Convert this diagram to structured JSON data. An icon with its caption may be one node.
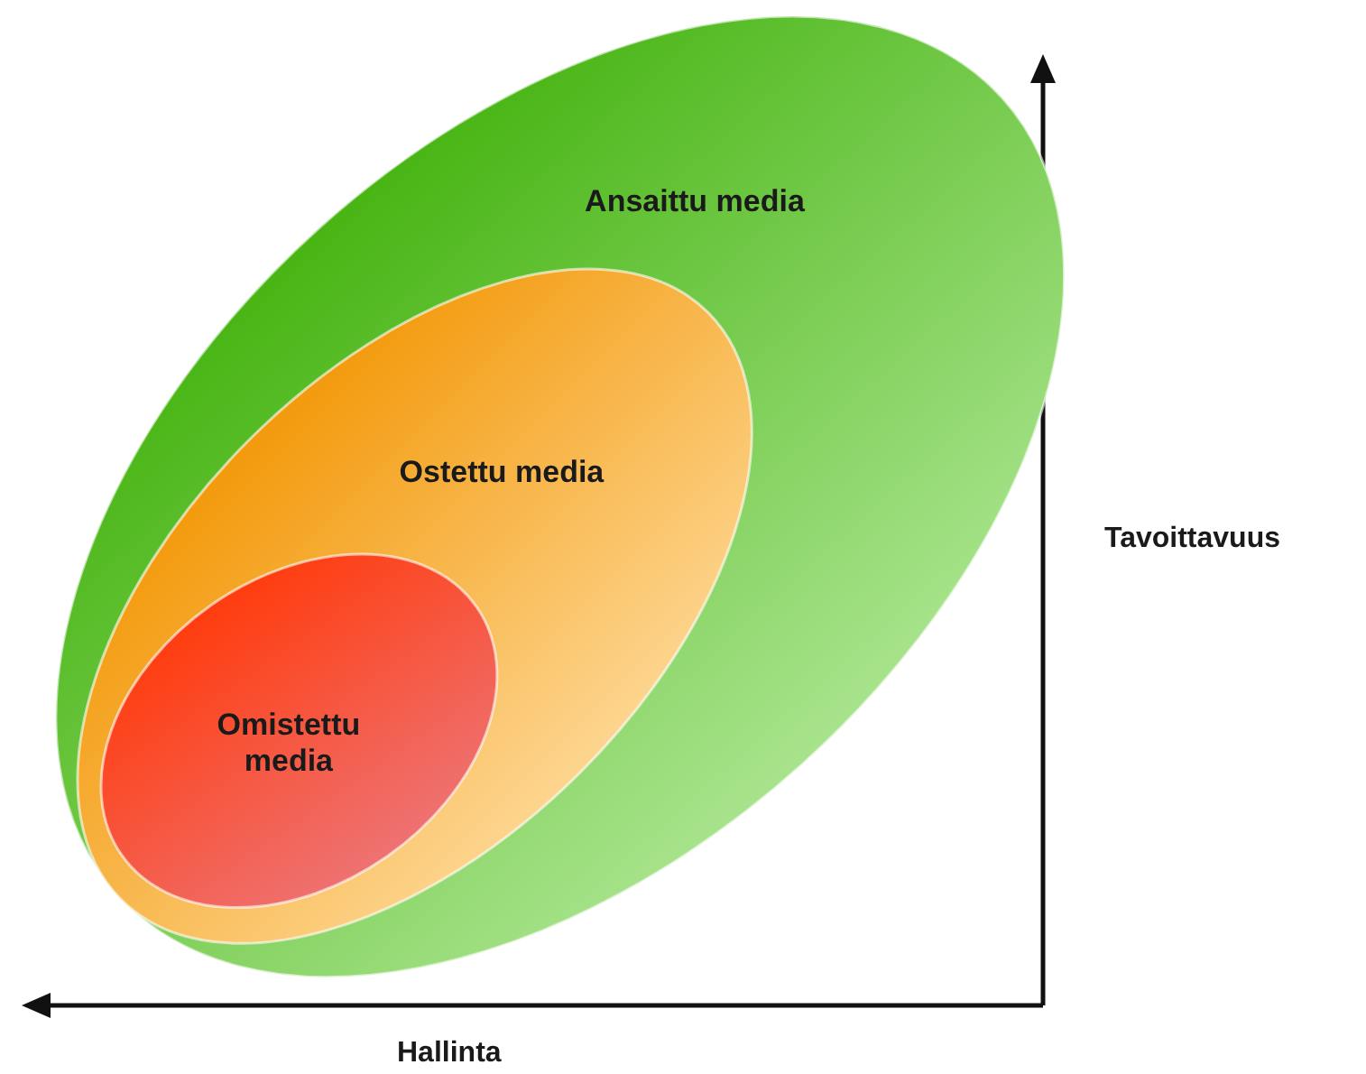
{
  "diagram": {
    "nodes": [
      {
        "text": [
          "Ansaittu media"
        ]
      },
      {
        "text": [
          "Ostettu media"
        ],
        "in": 0
      },
      {
        "text": [
          "Omistettu media"
        ],
        "in": 1
      }
    ],
    "edges": [],
    "labels": [
      "Tavoittavuus",
      "Hallinta"
    ]
  }
}
